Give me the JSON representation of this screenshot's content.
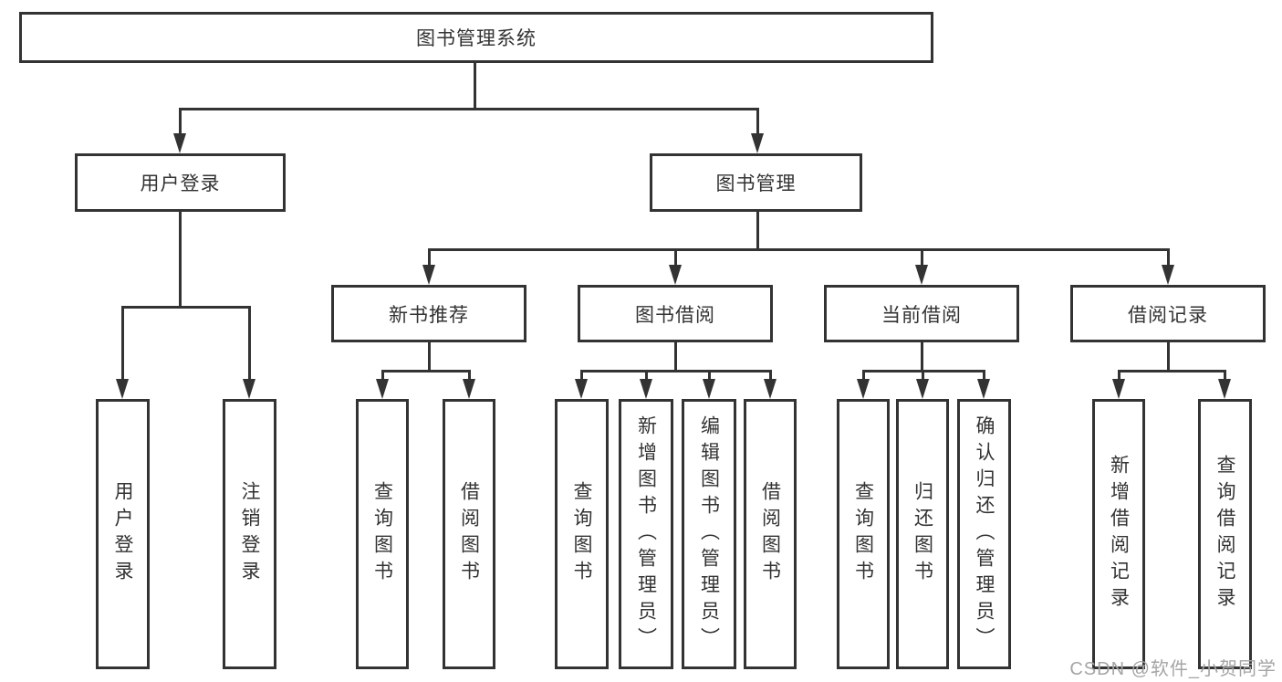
{
  "diagram": {
    "title_node": "图书管理系统",
    "root": {
      "label": "图书管理系统"
    },
    "level2": [
      {
        "label": "用户登录"
      },
      {
        "label": "图书管理"
      }
    ],
    "level3": [
      {
        "label": "新书推荐",
        "parent": "图书管理"
      },
      {
        "label": "图书借阅",
        "parent": "图书管理"
      },
      {
        "label": "当前借阅",
        "parent": "图书管理"
      },
      {
        "label": "借阅记录",
        "parent": "图书管理"
      }
    ],
    "leaves": [
      {
        "label": "用户登录",
        "parent": "用户登录"
      },
      {
        "label": "注销登录",
        "parent": "用户登录"
      },
      {
        "label": "查询图书",
        "parent": "新书推荐"
      },
      {
        "label": "借阅图书",
        "parent": "新书推荐"
      },
      {
        "label": "查询图书",
        "parent": "图书借阅"
      },
      {
        "label": "新增图书（管理员）",
        "parent": "图书借阅"
      },
      {
        "label": "编辑图书（管理员）",
        "parent": "图书借阅"
      },
      {
        "label": "借阅图书",
        "parent": "图书借阅"
      },
      {
        "label": "查询图书",
        "parent": "当前借阅"
      },
      {
        "label": "归还图书",
        "parent": "当前借阅"
      },
      {
        "label": "确认归还（管理员）",
        "parent": "当前借阅"
      },
      {
        "label": "新增借阅记录",
        "parent": "借阅记录"
      },
      {
        "label": "查询借阅记录",
        "parent": "借阅记录"
      }
    ],
    "watermark": "CSDN @软件_小贺同学",
    "colors": {
      "line": "#333333",
      "box_border": "#333333",
      "box_fill": "#ffffff",
      "text": "#333333",
      "watermark": "#a5a5a5"
    }
  }
}
